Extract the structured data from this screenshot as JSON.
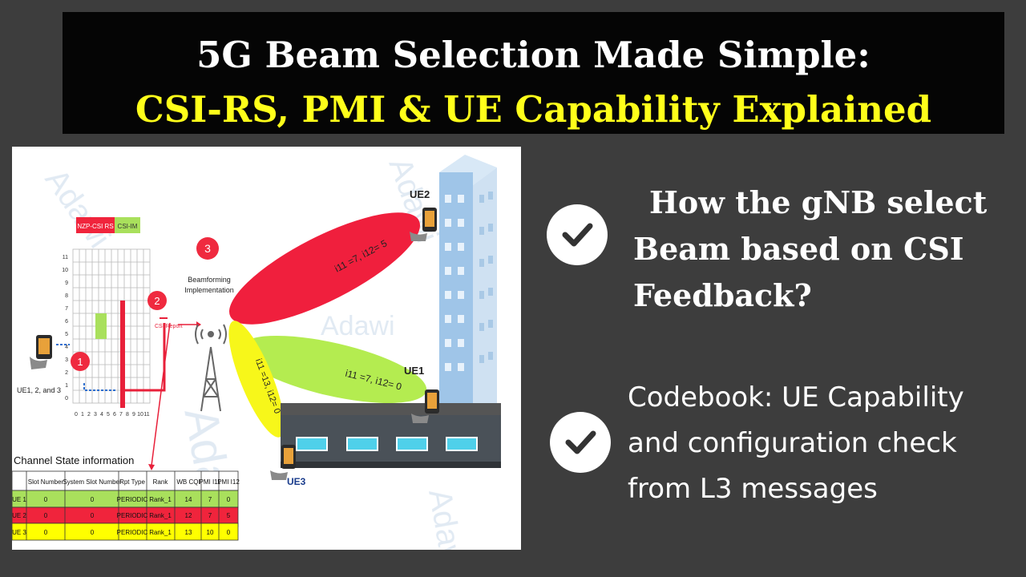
{
  "header": {
    "title_line1": "5G Beam Selection Made Simple:",
    "title_line2": "CSI-RS, PMI & UE Capability Explained"
  },
  "points": [
    {
      "lines": [
        "How the gNB select",
        "Beam based on CSI",
        "Feedback?"
      ]
    },
    {
      "lines": [
        "Codebook: UE Capability",
        "and configuration check",
        "from L3 messages"
      ]
    }
  ],
  "diagram": {
    "watermark": "Adawi",
    "legend": {
      "nzp": "NZP-CSI RS",
      "csi_im": "CSI-IM"
    },
    "grid_y_ticks": [
      "11",
      "10",
      "9",
      "8",
      "7",
      "6",
      "5",
      "4",
      "3",
      "2",
      "1",
      "0"
    ],
    "grid_x_ticks": [
      "0",
      "1",
      "2",
      "3",
      "4",
      "5",
      "6",
      "7",
      "8",
      "9",
      "10",
      "11"
    ],
    "steps": {
      "s1": "1",
      "s2": "2",
      "s3": "3"
    },
    "csi_report": "CSI Report",
    "beamforming_line1": "Beamforming",
    "beamforming_line2": "Implementation",
    "ue_group": "UE1, 2, and 3",
    "ue1": "UE1",
    "ue2": "UE2",
    "ue3": "UE3",
    "beam_red": "i11 =7, i12= 5",
    "beam_green": "i11 =7, i12= 0",
    "beam_yellow": "i11 =13, i12= 0",
    "table_title": "Channel State information",
    "table_headers": [
      "",
      "Slot Number",
      "System Slot Number",
      "Rpt Type",
      "Rank",
      "WB CQI",
      "PMI I11",
      "PMI I12"
    ],
    "table_rows": [
      [
        "UE 1",
        "0",
        "0",
        "PERIODIC",
        "Rank_1",
        "14",
        "7",
        "0"
      ],
      [
        "UE 2",
        "0",
        "0",
        "PERIODIC",
        "Rank_1",
        "12",
        "7",
        "5"
      ],
      [
        "UE 3",
        "0",
        "0",
        "PERIODIC",
        "Rank_1",
        "13",
        "10",
        "0"
      ]
    ],
    "colors": {
      "red": "#f0243c",
      "green": "#a9e05c",
      "yellow": "#ffff00",
      "beam_red": "#f01f3d",
      "beam_green": "#b4ec50",
      "beam_yellow": "#f7f71a"
    }
  }
}
